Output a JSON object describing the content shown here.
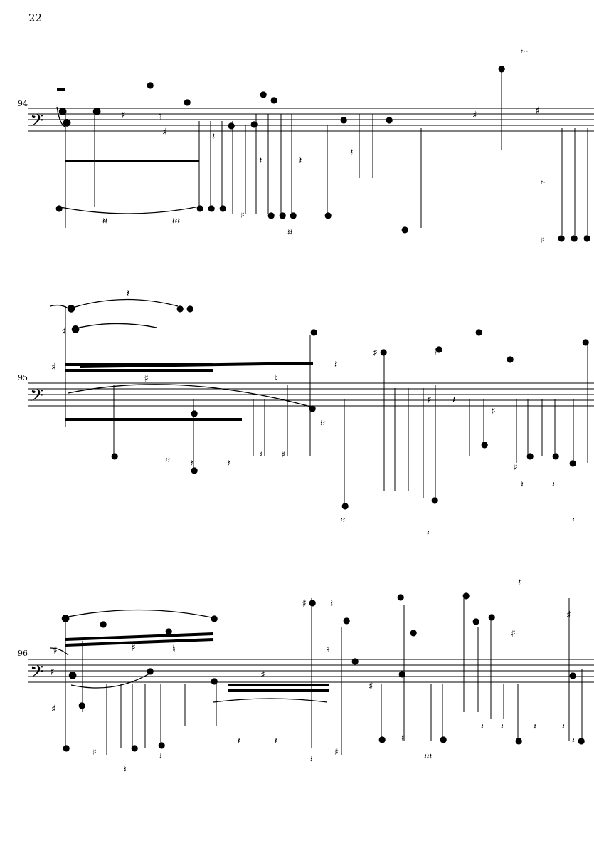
{
  "page": {
    "number": "22"
  },
  "systems": [
    {
      "id": "system-1",
      "measure_number": "94",
      "clef": "bass"
    },
    {
      "id": "system-2",
      "measure_number": "95",
      "clef": "bass"
    },
    {
      "id": "system-3",
      "measure_number": "96",
      "clef": "bass"
    }
  ],
  "icons": {
    "clef": "bass-clef-icon",
    "rest": "quarter-rest-icon",
    "sharp": "sharp-icon",
    "natural": "natural-icon",
    "tremolo": "tremolo-icon"
  }
}
